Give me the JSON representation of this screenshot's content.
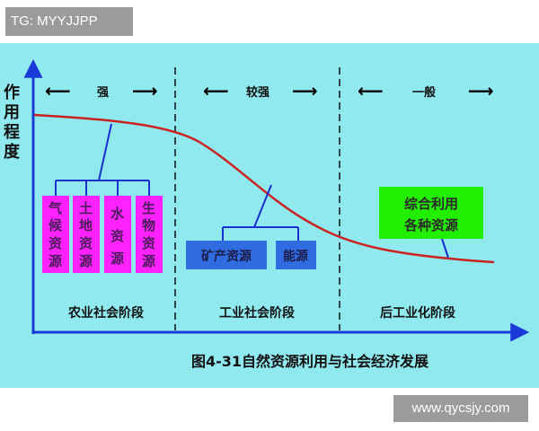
{
  "watermark_top": "TG: MYYJJPP",
  "watermark_bottom": "www.qycsjy.com",
  "y_axis_chars": [
    "作",
    "用",
    "程",
    "度"
  ],
  "strength": {
    "left_arrow": "⟵",
    "right_arrow": "⟶",
    "agri": "强",
    "industrial": "较强",
    "post": "一般"
  },
  "stages": {
    "agri": "农业社会阶段",
    "industrial": "工业社会阶段",
    "post": "后工业化阶段"
  },
  "agri_resources": [
    [
      "气",
      "候",
      "资",
      "源"
    ],
    [
      "土",
      "地",
      "资",
      "源"
    ],
    [
      "水",
      "资",
      "源"
    ],
    [
      "生",
      "物",
      "资",
      "源"
    ]
  ],
  "industrial_resources": [
    "矿产资源",
    "能源"
  ],
  "post_resources": [
    "综合利用",
    "各种资源"
  ],
  "caption": "图4-31自然资源利用与社会经济发展",
  "colors": {
    "background": "#8fe9ef",
    "axis": "#1a3ad8",
    "curve": "#cc2222",
    "agri_box": "#ff22ff",
    "industrial_box": "#2f6ce0",
    "post_box": "#22ee00"
  }
}
